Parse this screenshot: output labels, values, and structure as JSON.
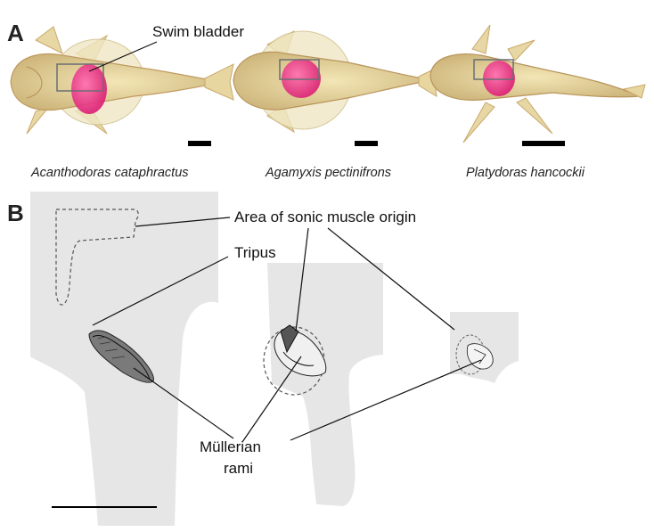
{
  "panels": {
    "a": {
      "letter": "A",
      "callout": "Swim bladder",
      "species": [
        "Acanthodoras cataphractus",
        "Agamyxis pectinifrons",
        "Platydoras hancockii"
      ]
    },
    "b": {
      "letter": "B",
      "callouts": {
        "muscle": "Area of sonic muscle origin",
        "tripus": "Tripus",
        "rami_line1": "Müllerian",
        "rami_line2": "rami"
      }
    }
  },
  "colors": {
    "bladder": "#e8237a",
    "fish_body": "#e6d6a0",
    "fish_outline": "#c9a86a",
    "bone_plate": "#e6e6e6"
  }
}
